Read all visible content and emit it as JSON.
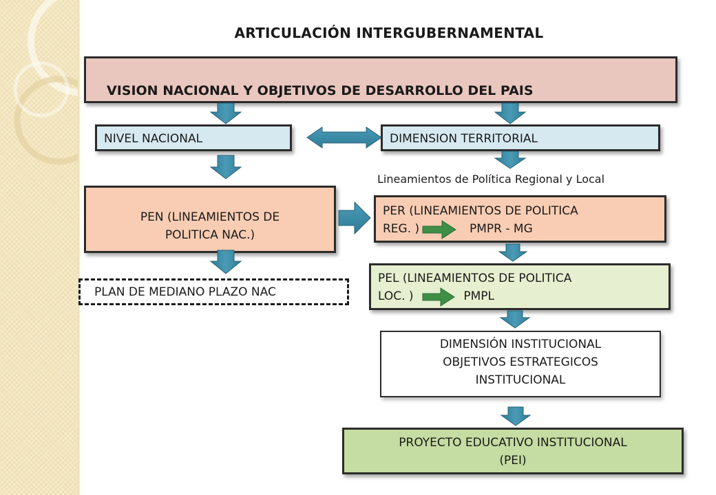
{
  "title": "ARTICULACIÓN INTERGUBERNAMENTAL",
  "vision": "VISION NACIONAL Y OBJETIVOS DE DESARROLLO DEL PAIS",
  "nivel_nacional": "NIVEL NACIONAL",
  "dimension_territorial": "DIMENSION TERRITORIAL",
  "lineamientos_label": "Lineamientos de Política Regional y Local",
  "pen": {
    "line1": "PEN (LINEAMIENTOS DE",
    "line2": "POLITICA NAC.)"
  },
  "per": {
    "line1": "PER (LINEAMIENTOS DE POLITICA",
    "line2_a": "REG. )",
    "line2_b": "PMPR  - MG"
  },
  "pel": {
    "line1": "PEL (LINEAMIENTOS DE POLITICA",
    "line2_a": "LOC. )",
    "line2_b": "PMPL"
  },
  "plan": "PLAN  DE MEDIANO PLAZO NAC",
  "institucional": {
    "line1": "DIMENSIÓN INSTITUCIONAL",
    "line2": "OBJETIVOS ESTRATEGICOS",
    "line3": "INSTITUCIONAL"
  },
  "pei": {
    "line1": "PROYECTO EDUCATIVO INSTITUCIONAL",
    "line2": "(PEI)"
  },
  "colors": {
    "arrow": "#3b87a3",
    "arrow_outline": "#2a5f75",
    "vision_fill": "#e9c7bf",
    "level_fill": "#d6e9f1",
    "plan_fill": "#f8cdb3",
    "local_fill": "#e6efd0",
    "pei_fill": "#c5dca2"
  }
}
